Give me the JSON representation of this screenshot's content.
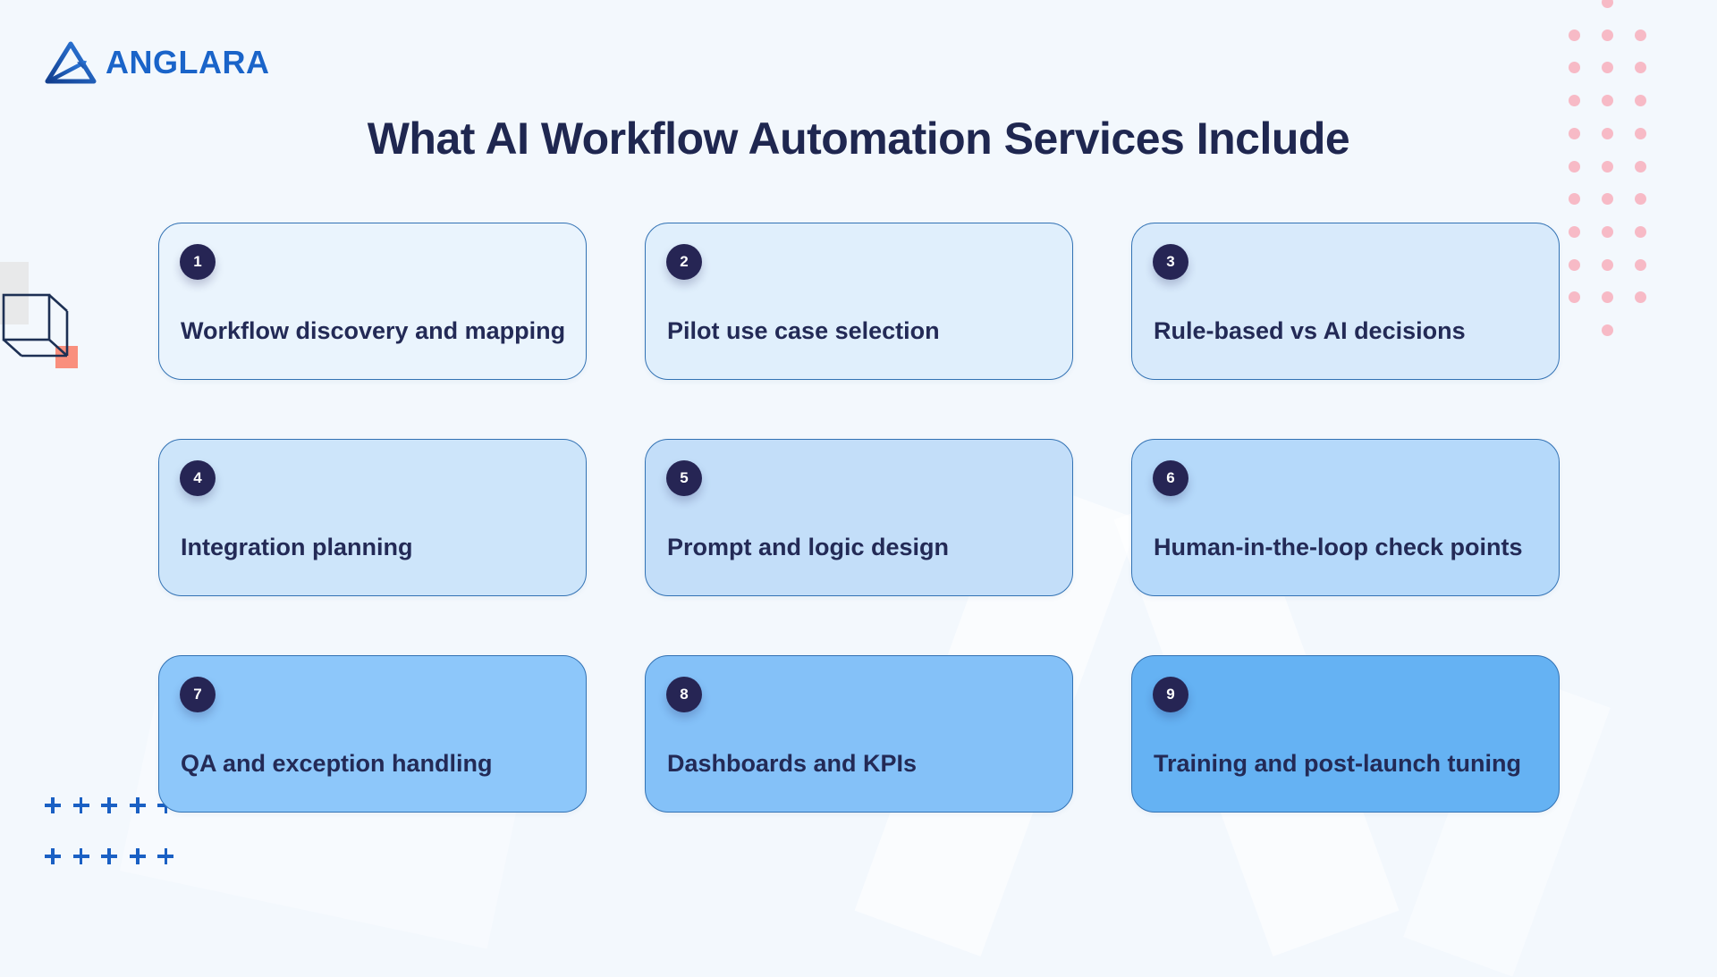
{
  "brand": {
    "name": "ANGLARA"
  },
  "title": "What AI Workflow Automation Services Include",
  "cards": [
    {
      "number": "1",
      "label": "Workflow discovery and mapping",
      "bg": "#eaf4fd"
    },
    {
      "number": "2",
      "label": "Pilot use case selection",
      "bg": "#e0effc"
    },
    {
      "number": "3",
      "label": "Rule-based vs AI decisions",
      "bg": "#d8eafb"
    },
    {
      "number": "4",
      "label": "Integration planning",
      "bg": "#cde5fa"
    },
    {
      "number": "5",
      "label": "Prompt and logic design",
      "bg": "#c3def9"
    },
    {
      "number": "6",
      "label": "Human-in-the-loop check points",
      "bg": "#b5d9fa"
    },
    {
      "number": "7",
      "label": "QA and exception handling",
      "bg": "#8dc7fa"
    },
    {
      "number": "8",
      "label": "Dashboards and KPIs",
      "bg": "#84c1f8"
    },
    {
      "number": "9",
      "label": "Training and post-launch tuning",
      "bg": "#65b2f3"
    }
  ],
  "decor": {
    "dot_color": "#f7bac6",
    "plus_color": "#1a60c4",
    "badge_bg": "#262554",
    "card_border": "#3272b4",
    "salmon_accent": "#f98f7d",
    "gray_accent": "#e8e9ea",
    "cube_stroke": "#1d3054",
    "brand_blue": "#1a64c9",
    "title_color": "#1f2750",
    "label_color": "#232a56",
    "page_bg": "#f3f8fd"
  }
}
